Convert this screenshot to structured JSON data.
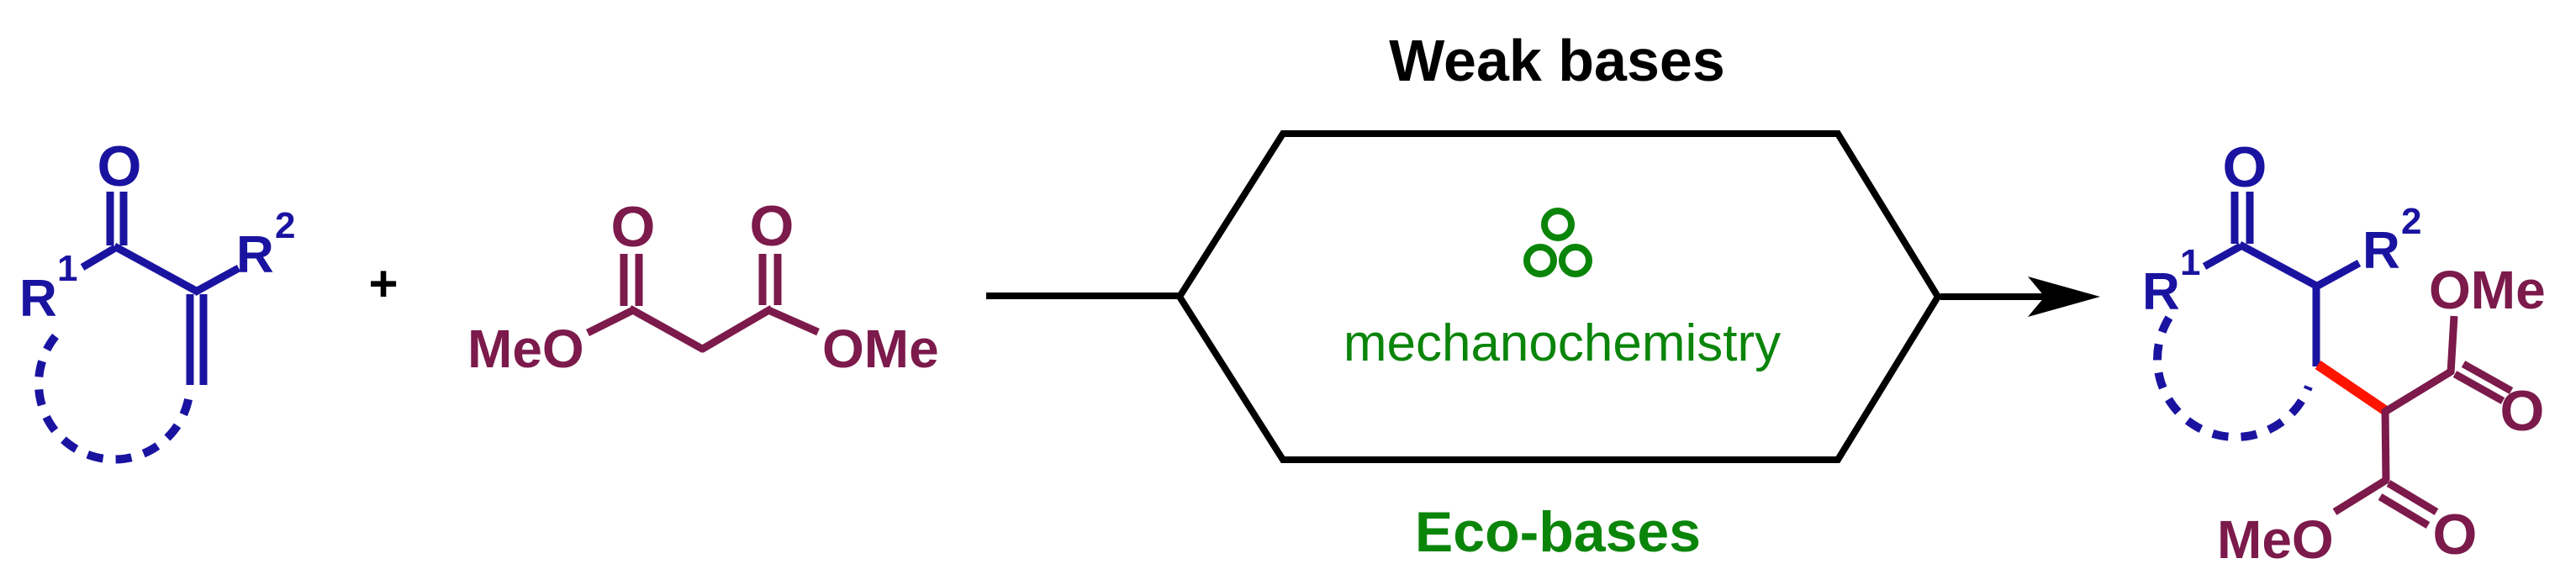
{
  "scheme": {
    "reactant_enone": {
      "ketone_o": "O",
      "r1": "R",
      "r1_sup": "1",
      "r2": "R",
      "r2_sup": "2"
    },
    "plus_sign": "+",
    "reactant_malonate": {
      "o_left": "O",
      "o_right": "O",
      "meo": "MeO",
      "ome": "OMe"
    },
    "conditions": {
      "top_label": "Weak bases",
      "icon": "ball-mill-balls-icon",
      "center_label": "mechanochemistry",
      "bottom_label": "Eco-bases"
    },
    "product": {
      "ketone_o": "O",
      "r1": "R",
      "r1_sup": "1",
      "r2": "R",
      "r2_sup": "2",
      "ome_upper": "OMe",
      "o_ester_upper": "O",
      "meo_lower": "MeO",
      "o_ester_lower": "O"
    }
  },
  "colors": {
    "enone_blue": "#1A13A0",
    "malonate_maroon": "#7B1A4B",
    "eco_green": "#0A850A",
    "new_bond_red": "#FF1400",
    "scheme_black": "#000000",
    "background": "#FFFFFF"
  }
}
